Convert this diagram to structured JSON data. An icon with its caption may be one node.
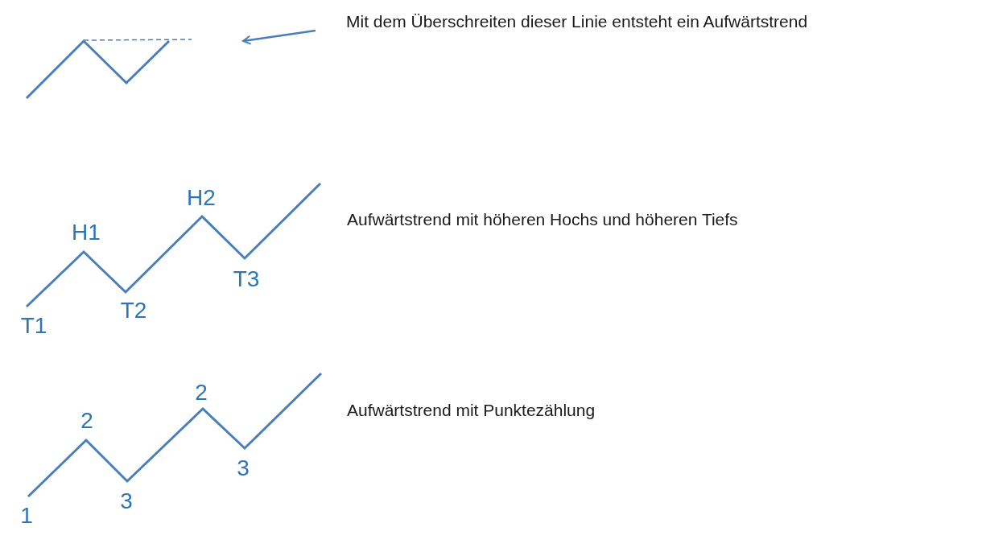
{
  "diagram": {
    "nodes": [
      {
        "text": [
          "Mit dem Überschreiten dieser Linie entsteht ein Aufwärtstrend"
        ]
      },
      {
        "text": [],
        "shape": "line"
      }
    ],
    "edges": [
      {
        "from": 0,
        "to": 1,
        "arrow": "to"
      }
    ],
    "labels": [
      "T1",
      "H1",
      "T2",
      "H2",
      "T3",
      "Aufwärtstrend mit höheren Hochs und höheren Tiefs",
      "1",
      "2",
      "3",
      "2",
      "3",
      "Aufwärtstrend mit Punktezählung"
    ]
  }
}
